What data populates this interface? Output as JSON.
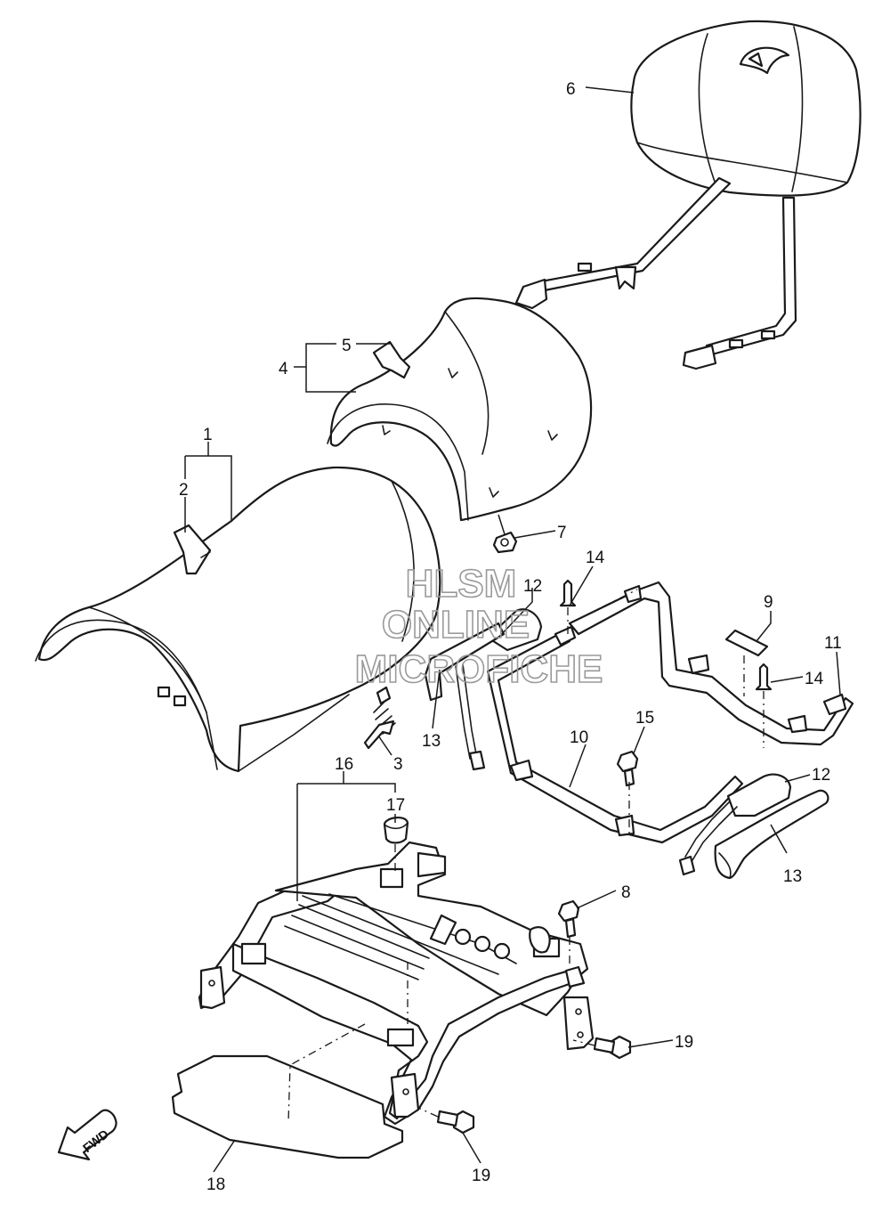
{
  "watermark": {
    "line1": "HLSM",
    "line2": "ONLINE",
    "line3": "MICROFICHE"
  },
  "fwd_label": "FWD",
  "callouts": {
    "c1": "1",
    "c2": "2",
    "c3": "3",
    "c4": "4",
    "c5": "5",
    "c6": "6",
    "c7": "7",
    "c8": "8",
    "c9": "9",
    "c10": "10",
    "c11": "11",
    "c12a": "12",
    "c12b": "12",
    "c13a": "13",
    "c13b": "13",
    "c14a": "14",
    "c14b": "14",
    "c15": "15",
    "c16": "16",
    "c17": "17",
    "c18": "18",
    "c19a": "19",
    "c19b": "19"
  },
  "colors": {
    "line": "#1a1a1a",
    "watermark": "#9a9a9a",
    "background": "#ffffff"
  }
}
